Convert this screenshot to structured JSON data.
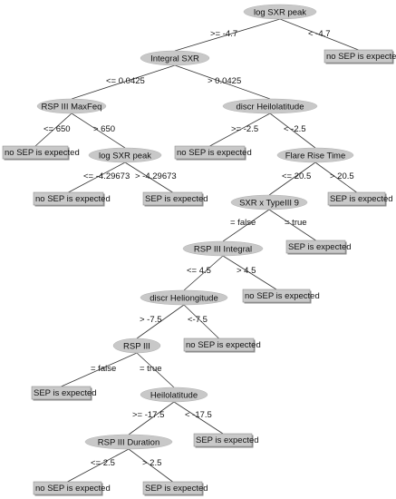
{
  "nodes": [
    {
      "id": "n1",
      "label": "log SXR peak"
    },
    {
      "id": "n2",
      "label": "Integral SXR"
    },
    {
      "id": "n3",
      "label": "RSP III MaxFeq"
    },
    {
      "id": "n4",
      "label": "discr Heilolatitude"
    },
    {
      "id": "n5",
      "label": "log SXR peak"
    },
    {
      "id": "n6",
      "label": "Flare Rise Time"
    },
    {
      "id": "n7",
      "label": "SXR x TypeIII 9"
    },
    {
      "id": "n8",
      "label": "RSP III Integral"
    },
    {
      "id": "n9",
      "label": "discr  Heliongitude"
    },
    {
      "id": "n10",
      "label": "RSP III"
    },
    {
      "id": "n11",
      "label": "Heilolatitude"
    },
    {
      "id": "n12",
      "label": "RSP III Duration"
    }
  ],
  "leaves": [
    {
      "id": "L1",
      "label": "no SEP is expected"
    },
    {
      "id": "L2",
      "label": "no SEP is expected"
    },
    {
      "id": "L3",
      "label": "no SEP is expected"
    },
    {
      "id": "L4",
      "label": "no SEP is expected"
    },
    {
      "id": "L5",
      "label": "SEP is expected"
    },
    {
      "id": "L6",
      "label": "SEP is expected"
    },
    {
      "id": "L7",
      "label": "SEP is expected"
    },
    {
      "id": "L8",
      "label": "no SEP is expected"
    },
    {
      "id": "L9",
      "label": "no SEP is expected"
    },
    {
      "id": "L10",
      "label": "SEP is expected"
    },
    {
      "id": "L11",
      "label": "SEP is expected"
    },
    {
      "id": "L12",
      "label": "no SEP is expected"
    },
    {
      "id": "L13",
      "label": "SEP is expected"
    }
  ],
  "edges": [
    {
      "from": "n1",
      "to": "n2",
      "label": ">= -4.7"
    },
    {
      "from": "n1",
      "to": "L1",
      "label": "< -4.7"
    },
    {
      "from": "n2",
      "to": "n3",
      "label": "<= 0.0425"
    },
    {
      "from": "n2",
      "to": "n4",
      "label": "> 0.0425"
    },
    {
      "from": "n3",
      "to": "L2",
      "label": "<= 650"
    },
    {
      "from": "n3",
      "to": "n5",
      "label": "> 650"
    },
    {
      "from": "n4",
      "to": "L3",
      "label": ">= -2.5"
    },
    {
      "from": "n4",
      "to": "n6",
      "label": "< -2.5"
    },
    {
      "from": "n5",
      "to": "L4",
      "label": "<= -4.29673"
    },
    {
      "from": "n5",
      "to": "L5",
      "label": "> -4.29673"
    },
    {
      "from": "n6",
      "to": "n7",
      "label": "<= 20.5"
    },
    {
      "from": "n6",
      "to": "L6",
      "label": "> 20.5"
    },
    {
      "from": "n7",
      "to": "n8",
      "label": "= false"
    },
    {
      "from": "n7",
      "to": "L7",
      "label": "= true"
    },
    {
      "from": "n8",
      "to": "n9",
      "label": "<= 4.5"
    },
    {
      "from": "n8",
      "to": "L8",
      "label": "> 4.5"
    },
    {
      "from": "n9",
      "to": "n10",
      "label": "> -7.5"
    },
    {
      "from": "n9",
      "to": "L9",
      "label": "<-7.5"
    },
    {
      "from": "n10",
      "to": "L10",
      "label": "= false"
    },
    {
      "from": "n10",
      "to": "n11",
      "label": "= true"
    },
    {
      "from": "n11",
      "to": "n12",
      "label": ">= -17.5"
    },
    {
      "from": "n11",
      "to": "L11",
      "label": "< -17.5"
    },
    {
      "from": "n12",
      "to": "L12",
      "label": "<= 2.5"
    },
    {
      "from": "n12",
      "to": "L13",
      "label": "> 2.5"
    }
  ]
}
